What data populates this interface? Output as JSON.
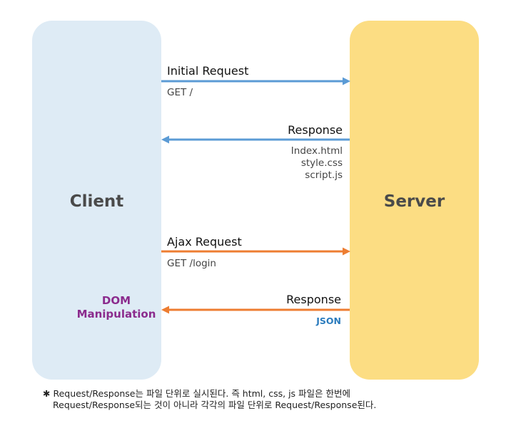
{
  "panels": {
    "client": {
      "label": "Client",
      "color": "#deebf5"
    },
    "server": {
      "label": "Server",
      "color": "#fcdd83"
    }
  },
  "messages": {
    "initial_request": {
      "title": "Initial Request",
      "detail": "GET /"
    },
    "response_1": {
      "title": "Response",
      "details": [
        "Index.html",
        "style.css",
        "script.js"
      ]
    },
    "ajax_request": {
      "title": "Ajax Request",
      "detail": "GET /login"
    },
    "response_2": {
      "title": "Response",
      "detail": "JSON"
    }
  },
  "dom_manipulation": {
    "line1": "DOM",
    "line2": "Manipulation"
  },
  "footnote": {
    "line1": "✱ Request/Response는 파일 단위로 실시된다. 즉 html, css, js 파일은 한번에",
    "line2": "Request/Response되는 것이 아니라 각각의 파일 단위로 Request/Response된다."
  },
  "colors": {
    "blue_arrow": "#5b9bd5",
    "orange_arrow": "#ed7d31",
    "dom_text": "#8b2b8d",
    "json_text": "#2a7bbd"
  }
}
